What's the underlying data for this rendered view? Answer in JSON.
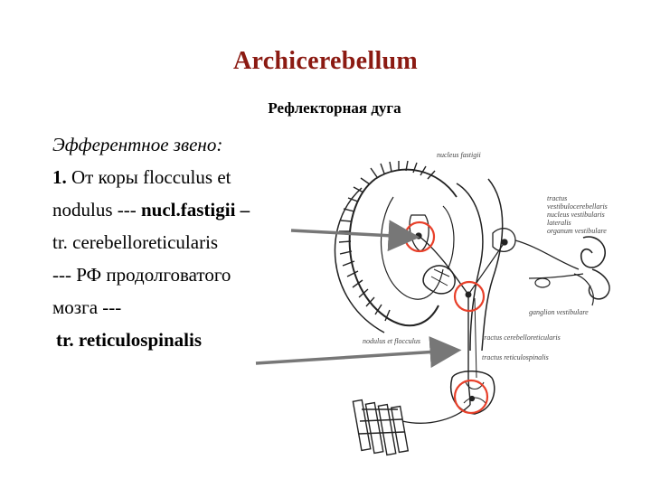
{
  "title": "Archicerebellum",
  "subtitle": "Рефлекторная дуга",
  "text": {
    "heading": "Эфферентное звено:",
    "l2_num": "1.",
    "l2_rest": " От коры flocculus et",
    "l3_plain": "nodulus --- ",
    "l3_bold": "nucl.fastigii –",
    "l4": "tr. cerebelloreticularis",
    "l5": "--- РФ продолговатого",
    "l6": "мозга ---",
    "l7": "tr. reticulospinalis"
  },
  "diagram_labels": {
    "nucleus_fastigii": "nucleus fastigii",
    "tractus_1": "tractus",
    "tractus_2": "vestibulocerebellaris",
    "nucleus_vest_1": "nucleus vestibularis",
    "nucleus_vest_2": "lateralis",
    "organum_1": "organum vestibulare",
    "ganglion": "ganglion vestibulare",
    "nodulus": "nodulus et flocculus",
    "cerebelloreticularis": "tractus cerebelloreticularis",
    "reticulospinalis": "tractus reticulospinalis"
  },
  "colors": {
    "title": "#8b1a12",
    "circle": "#e8402a",
    "arrow": "#777777"
  }
}
